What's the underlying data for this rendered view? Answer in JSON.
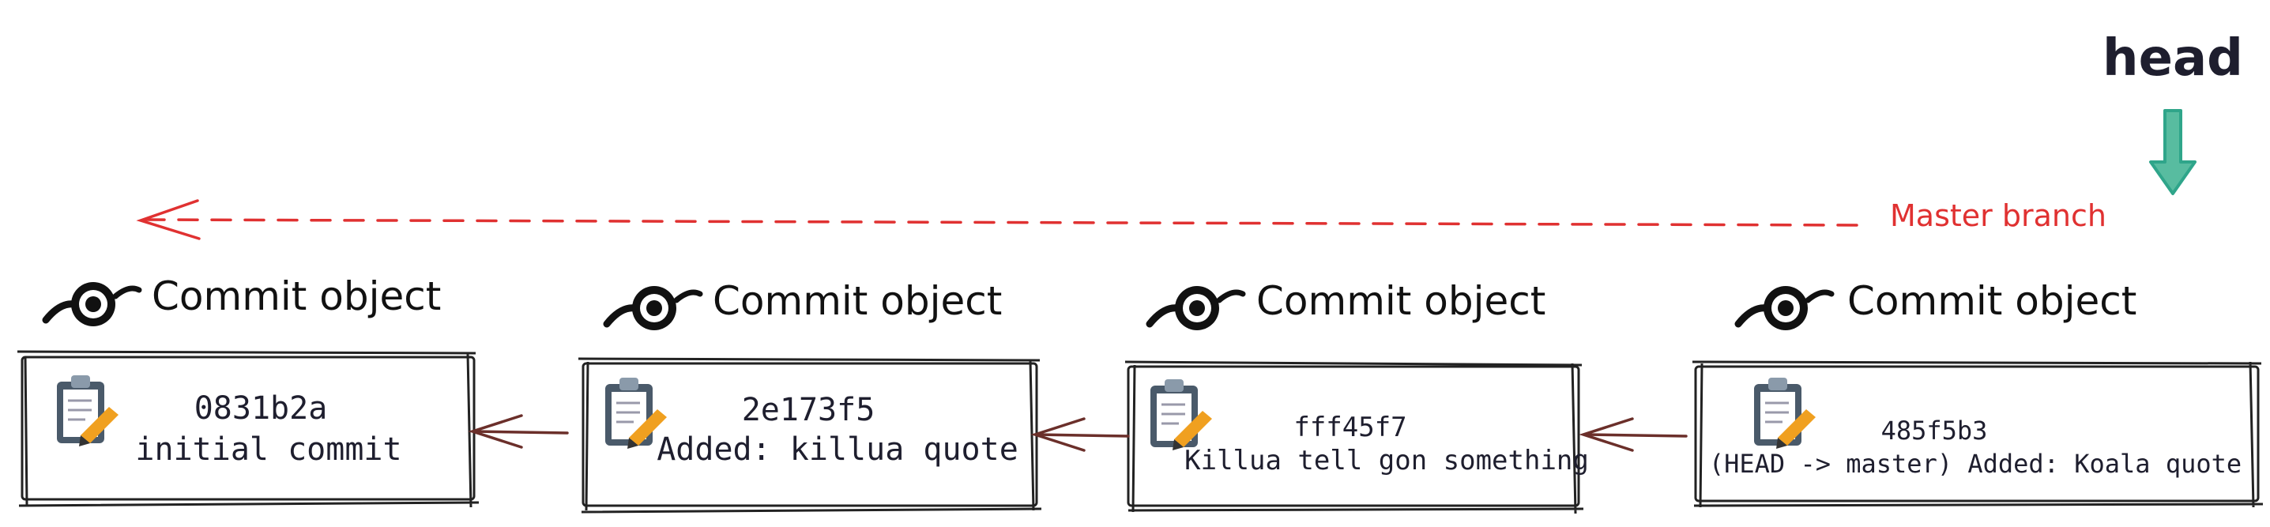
{
  "head_label": "head",
  "branch_label": "Master branch",
  "colors": {
    "ink": "#1e1e2e",
    "head_arrow": "#2fa58a",
    "branch": "#e03131",
    "link": "#6b2f2a",
    "clipboard": "#4a5a6a",
    "paper": "#ffffff",
    "pencil": "#f0a020"
  },
  "commits": [
    {
      "title": "Commit object",
      "hash": "0831b2a",
      "message": "initial commit"
    },
    {
      "title": "Commit object",
      "hash": "2e173f5",
      "message": "Added: killua quote"
    },
    {
      "title": "Commit object",
      "hash": "fff45f7",
      "message": "Killua tell gon something"
    },
    {
      "title": "Commit object",
      "hash": "485f5b3",
      "message": "(HEAD -> master) Added: Koala quote"
    }
  ]
}
